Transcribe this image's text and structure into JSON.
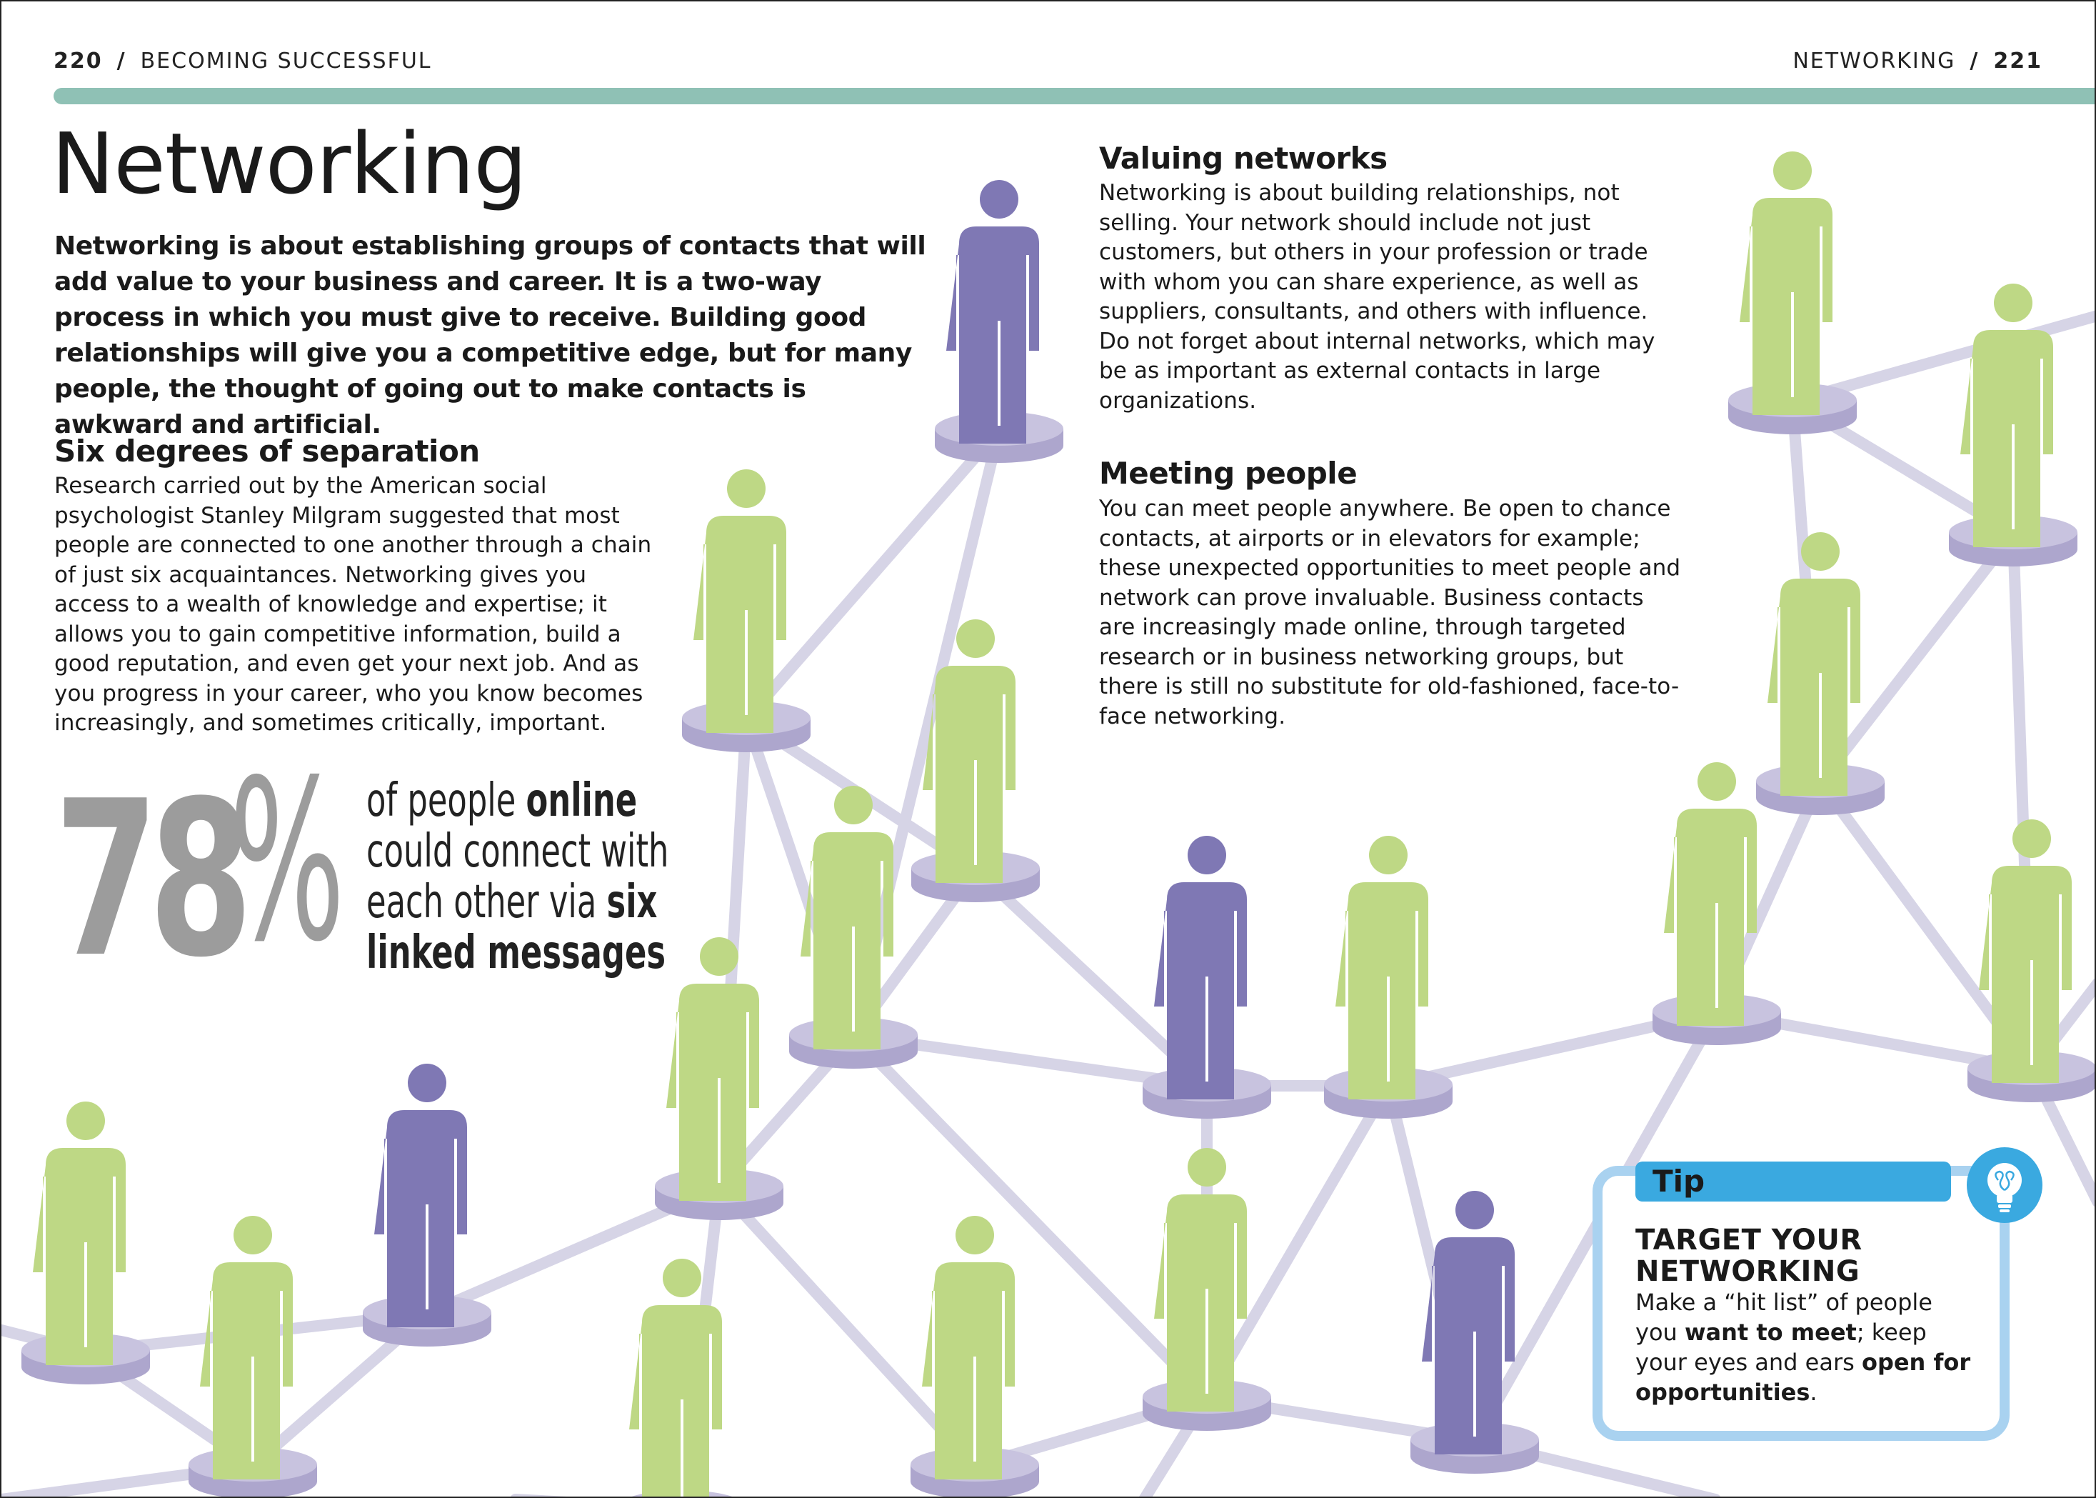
{
  "header": {
    "left_page_number": "220",
    "left_separator": "/",
    "left_section": "BECOMING SUCCESSFUL",
    "right_section": "NETWORKING",
    "right_separator": "/",
    "right_page_number": "221"
  },
  "title": "Networking",
  "intro": "Networking is about establishing groups of contacts that will add value to your business and career. It is a two-way process in which you must give to receive. Building good relationships will give you a competitive edge, but for many people, the thought of going out to make contacts is awkward and artificial.",
  "sections": {
    "six_degrees": {
      "heading": "Six degrees of separation",
      "body": "Research carried out by the American social psychologist Stanley Milgram suggested that most people are connected to one another through a chain of just six acquaintances. Networking gives you access to a wealth of knowledge and expertise; it allows you to gain competitive information, build a good reputation, and even get your next job. And as you progress in your career, who you know becomes increasingly, and sometimes critically, important."
    },
    "valuing": {
      "heading": "Valuing networks",
      "body": "Networking is about building relationships, not selling. Your network should include not just customers, but others in your profession or trade with whom you can share experience, as well as suppliers, consultants, and others with influence. Do not forget about internal networks, which may be as important as external contacts in large organizations."
    },
    "meeting": {
      "heading": "Meeting people",
      "body": "You can meet people anywhere. Be open to chance contacts, at airports or in elevators for example; these unexpected opportunities to meet people and network can prove invaluable. Business contacts are increasingly made online, through targeted research or in business networking groups, but there is still no substitute for old-fashioned, face-to-face networking."
    }
  },
  "stat": {
    "number": "78",
    "percent_sign": "%",
    "line1_plain": "of people ",
    "line1_bold": "online",
    "line2": "could connect with",
    "line3_plain": "each other via ",
    "line3_bold": "six",
    "line4_bold": "linked messages"
  },
  "tip": {
    "label": "Tip",
    "title": "TARGET YOUR NETWORKING",
    "text_1": "Make a “hit list” of people you ",
    "text_bold_1": "want to meet",
    "text_2": "; keep your eyes and ears ",
    "text_bold_2": "open for opportunities",
    "text_3": "."
  },
  "icons": {
    "person": "person-figure-icon",
    "tip": "lightbulb-icon"
  },
  "colors": {
    "header_rule": "#8fc1b5",
    "figure_green": "#bed885",
    "figure_purple": "#7f78b4",
    "link_lines": "#d6d4e6",
    "pedestal_top": "#c8c3df",
    "pedestal_side": "#ada6cd",
    "stat_grey": "#9c9c9c",
    "tip_blue": "#3aa9e0",
    "tip_border": "#a9d2f0"
  }
}
